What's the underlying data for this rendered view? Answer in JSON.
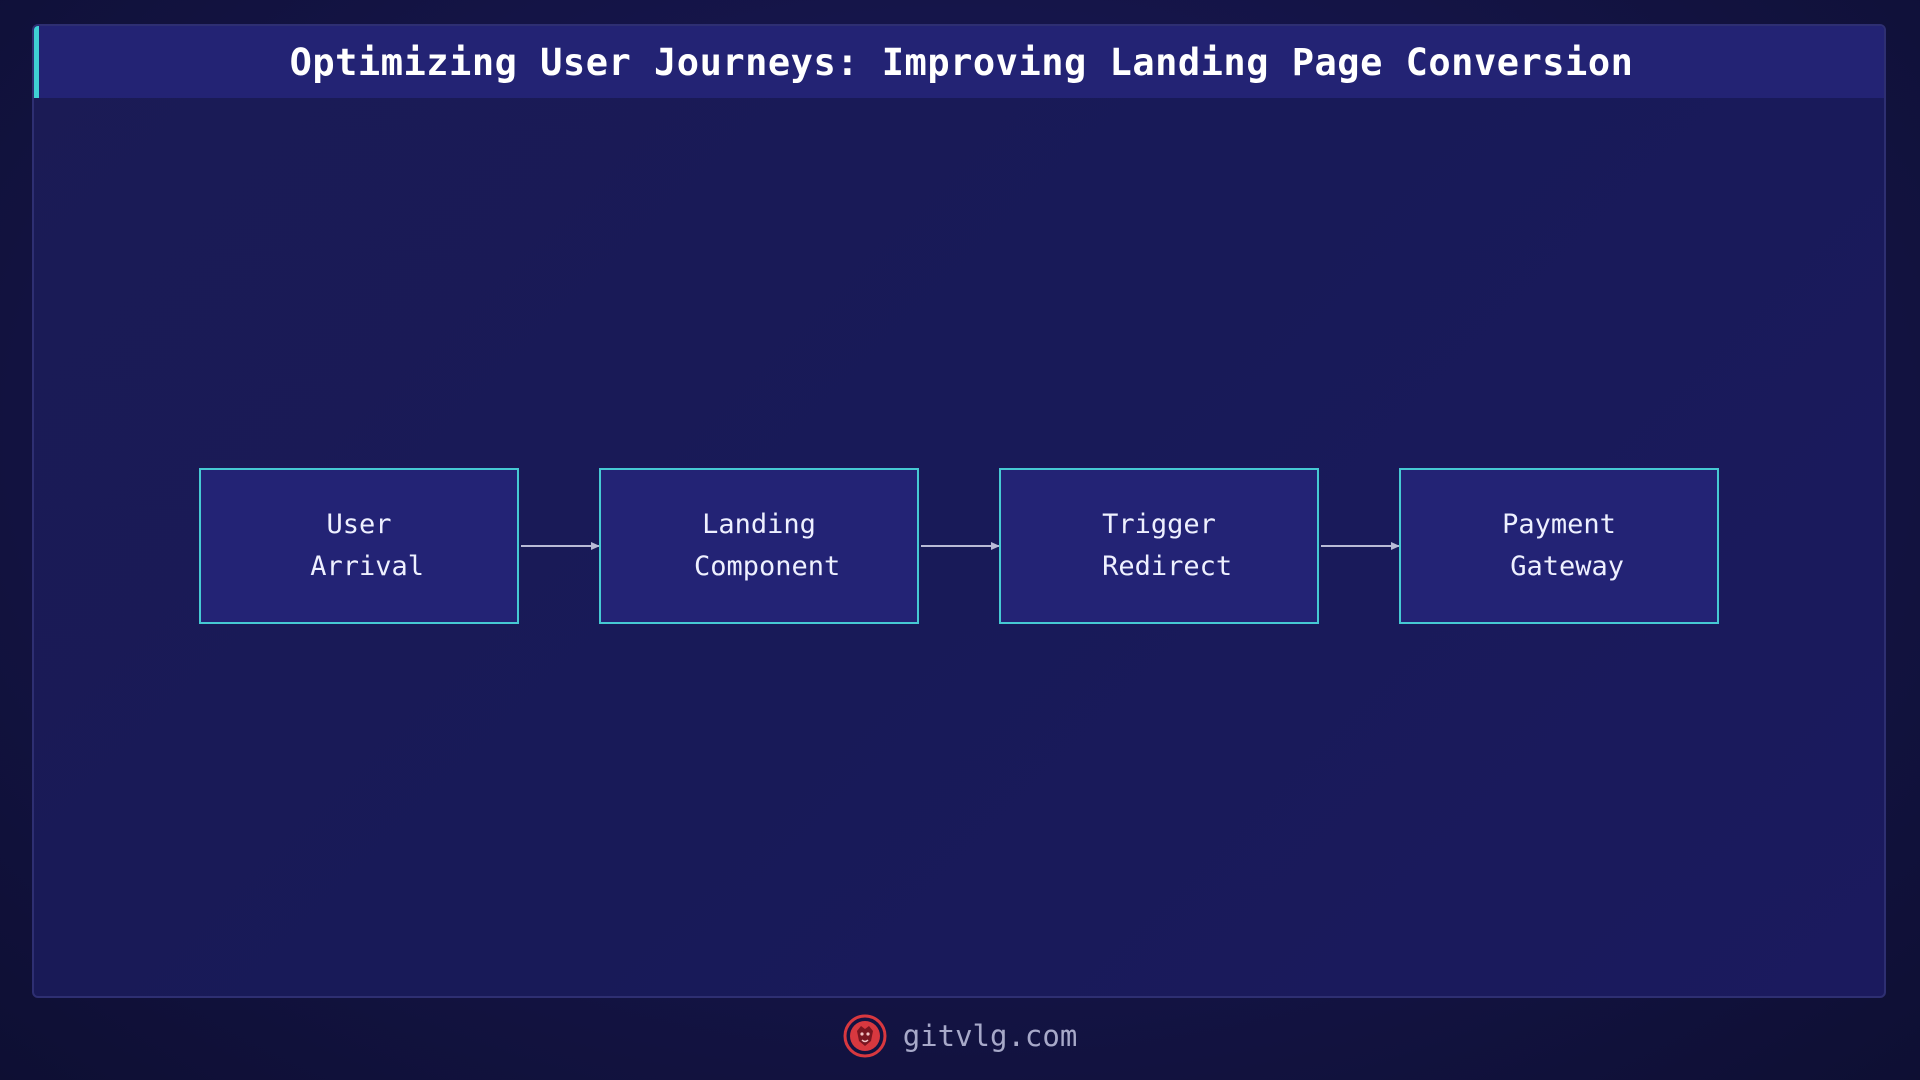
{
  "title": "Optimizing User Journeys: Improving Landing Page Conversion",
  "nodes": [
    {
      "line1": "User",
      "line2": " Arrival"
    },
    {
      "line1": "Landing",
      "line2": " Component"
    },
    {
      "line1": "Trigger",
      "line2": " Redirect"
    },
    {
      "line1": "Payment",
      "line2": " Gateway"
    }
  ],
  "edges": [
    {
      "from": 0,
      "to": 1
    },
    {
      "from": 1,
      "to": 2
    },
    {
      "from": 2,
      "to": 3
    }
  ],
  "footer": {
    "site": "gitvlg.com",
    "logo_icon": "lion-logo-icon"
  },
  "colors": {
    "background": "#141446",
    "title_bar": "#232374",
    "accent": "#3fd0d4",
    "node_fill": "#232375",
    "node_border": "#46c9d3",
    "edge": "#b9bbd6",
    "logo": "#d8383f"
  }
}
